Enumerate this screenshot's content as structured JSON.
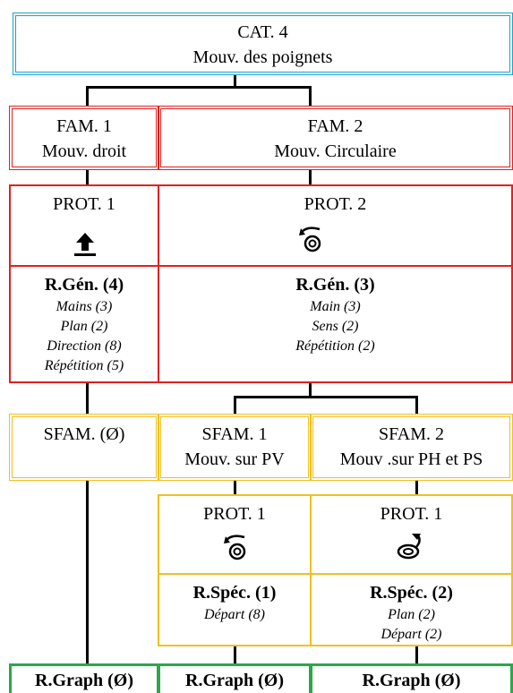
{
  "cat": {
    "code": "CAT. 4",
    "title": "Mouv. des poignets"
  },
  "fam1": {
    "code": "FAM. 1",
    "title": "Mouv. droit"
  },
  "fam2": {
    "code": "FAM. 2",
    "title": "Mouv. Circulaire"
  },
  "prot_fam1": {
    "code": "PROT. 1",
    "icon": "straight-arrow-icon",
    "rule_title": "R.Gén. (4)",
    "rules": [
      "Mains (3)",
      "Plan (2)",
      "Direction (8)",
      "Répétition (5)"
    ]
  },
  "prot_fam2": {
    "code": "PROT. 2",
    "icon": "circular-hand-icon",
    "rule_title": "R.Gén. (3)",
    "rules": [
      "Main (3)",
      "Sens (2)",
      "Répétition (2)"
    ]
  },
  "sfam0": {
    "code": "SFAM. (Ø)"
  },
  "sfam1": {
    "code": "SFAM. 1",
    "title": "Mouv. sur PV"
  },
  "sfam2": {
    "code": "SFAM. 2",
    "title": "Mouv .sur PH et PS"
  },
  "prot_sfam1": {
    "code": "PROT. 1",
    "icon": "circular-hand-icon",
    "rule_title": "R.Spéc. (1)",
    "rules": [
      "Départ (8)"
    ]
  },
  "prot_sfam2": {
    "code": "PROT. 1",
    "icon": "horizontal-circle-hand-icon",
    "rule_title": "R.Spéc. (2)",
    "rules": [
      "Plan (2)",
      "Départ (2)"
    ]
  },
  "graph": [
    "R.Graph (Ø)",
    "R.Graph (Ø)",
    "R.Graph (Ø)"
  ],
  "colors": {
    "cat_border": "#1aa3c8",
    "fam_border": "#e02020",
    "sfam_border": "#f0c020",
    "graph_border": "#2aa84a"
  }
}
